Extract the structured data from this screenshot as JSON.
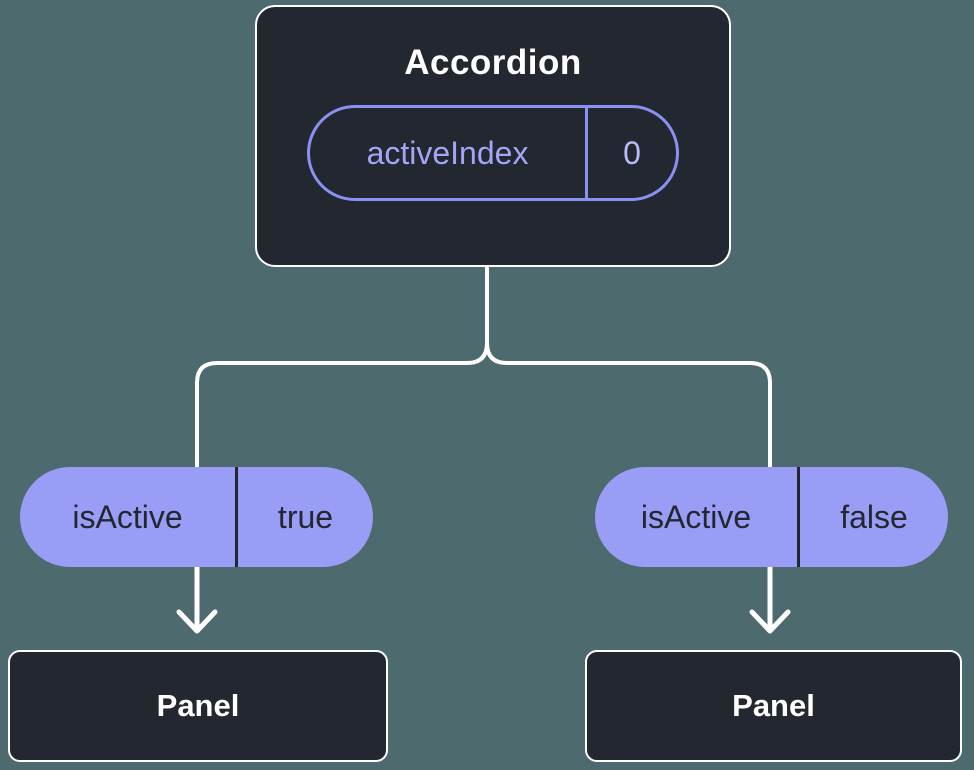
{
  "diagram": {
    "root": {
      "title": "Accordion",
      "prop": {
        "name": "activeIndex",
        "value": "0"
      }
    },
    "children": [
      {
        "prop": {
          "name": "isActive",
          "value": "true"
        },
        "node_label": "Panel"
      },
      {
        "prop": {
          "name": "isActive",
          "value": "false"
        },
        "node_label": "Panel"
      }
    ],
    "colors": {
      "background": "#4d6a6e",
      "node_fill": "#23272f",
      "node_border": "#ffffff",
      "pill_solid_fill": "#999df5",
      "pill_outline_stroke": "#8b90f4",
      "pill_outline_text": "#a3a6f7",
      "connector": "#ffffff"
    }
  }
}
